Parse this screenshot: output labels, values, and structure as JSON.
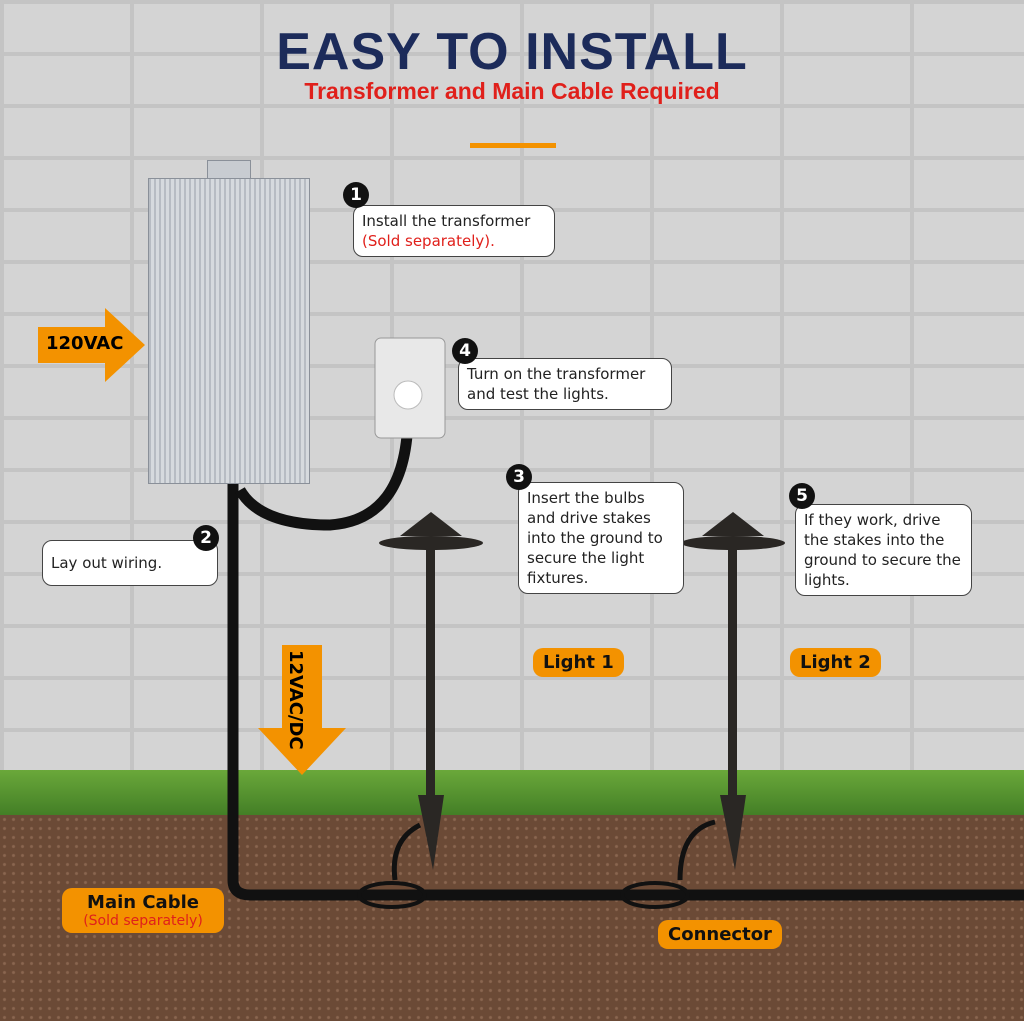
{
  "title": "EASY TO INSTALL",
  "subtitle": "Transformer and Main Cable Required",
  "steps": [
    {
      "num": "1",
      "line1": "Install the transformer",
      "line2": "(Sold separately)."
    },
    {
      "num": "2",
      "text": "Lay out wiring."
    },
    {
      "num": "3",
      "text": "Insert the bulbs and drive  stakes into the ground to secure the light fixtures."
    },
    {
      "num": "4",
      "text": "Turn on the transformer and test the lights."
    },
    {
      "num": "5",
      "text": "If they work, drive the stakes into the ground to secure the lights."
    }
  ],
  "labels": {
    "input": "120VAC",
    "output": "12VAC/DC",
    "light1": "Light 1",
    "light2": "Light 2",
    "main_cable": "Main Cable",
    "main_cable_note": "(Sold separately)",
    "connector": "Connector"
  },
  "colors": {
    "navy": "#1c2b5a",
    "red": "#e0201b",
    "orange": "#f39200"
  }
}
